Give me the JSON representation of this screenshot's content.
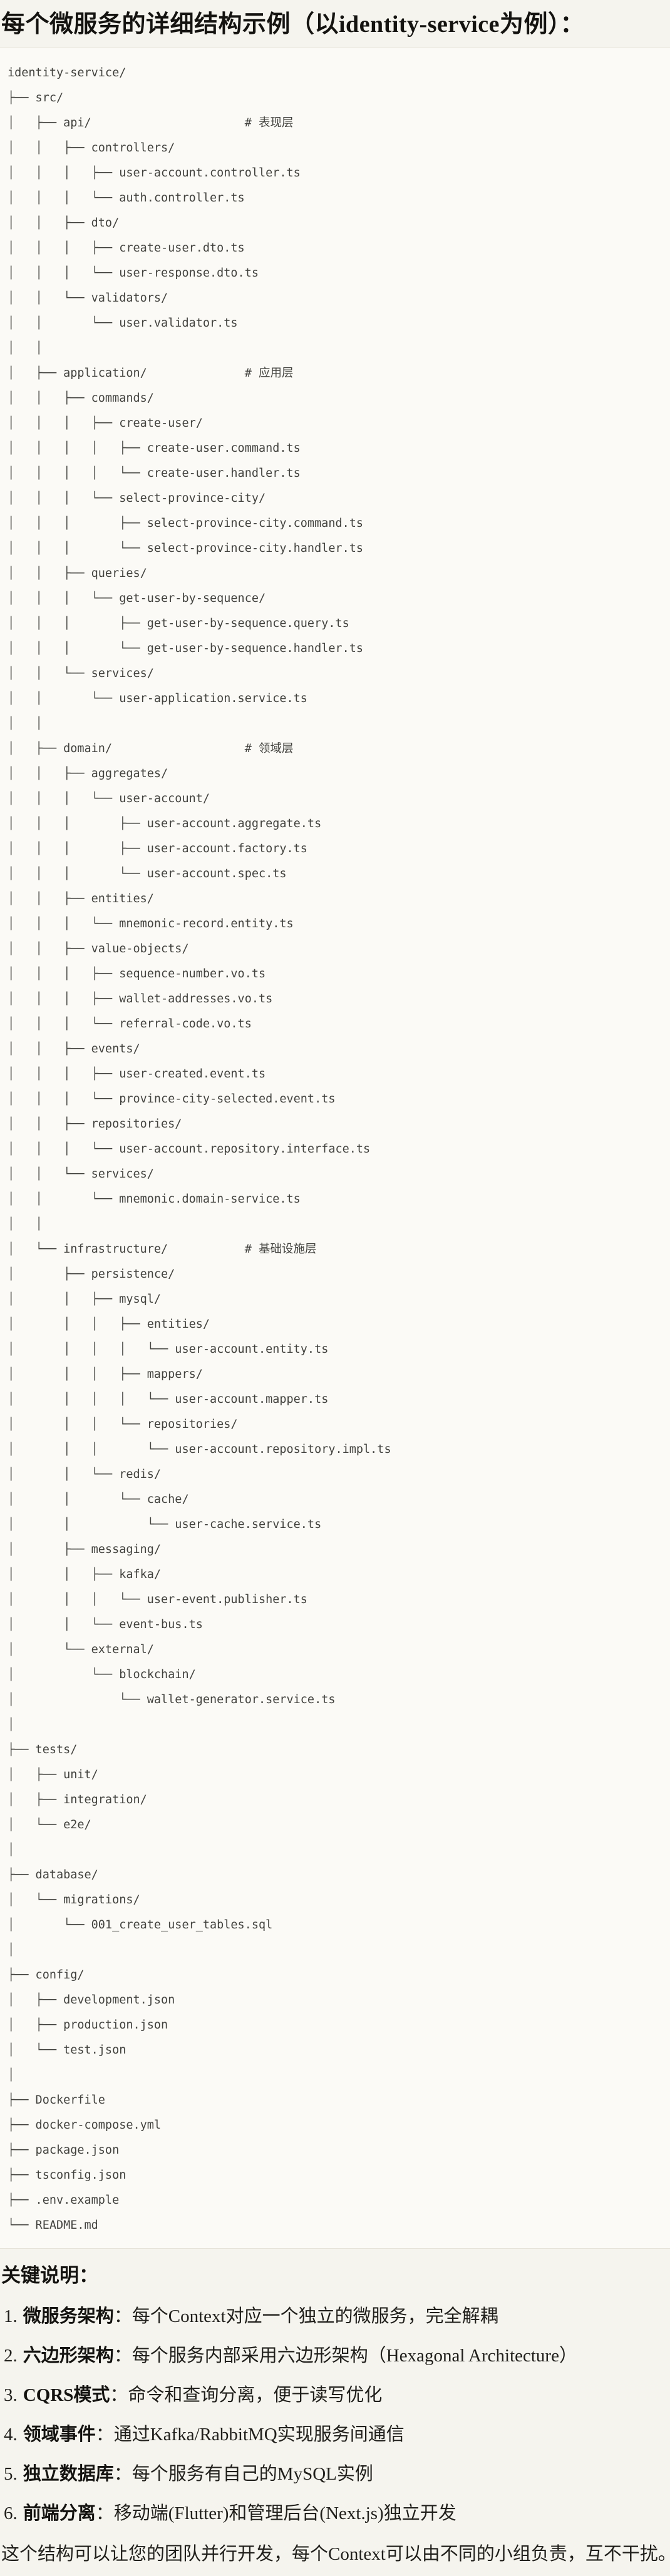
{
  "page": {
    "title": "每个微服务的详细结构示例（以identity-service为例）："
  },
  "tree": {
    "lines": [
      "identity-service/",
      "├── src/",
      "│   ├── api/                      # 表现层",
      "│   │   ├── controllers/",
      "│   │   │   ├── user-account.controller.ts",
      "│   │   │   └── auth.controller.ts",
      "│   │   ├── dto/",
      "│   │   │   ├── create-user.dto.ts",
      "│   │   │   └── user-response.dto.ts",
      "│   │   └── validators/",
      "│   │       └── user.validator.ts",
      "│   │",
      "│   ├── application/              # 应用层",
      "│   │   ├── commands/",
      "│   │   │   ├── create-user/",
      "│   │   │   │   ├── create-user.command.ts",
      "│   │   │   │   └── create-user.handler.ts",
      "│   │   │   └── select-province-city/",
      "│   │   │       ├── select-province-city.command.ts",
      "│   │   │       └── select-province-city.handler.ts",
      "│   │   ├── queries/",
      "│   │   │   └── get-user-by-sequence/",
      "│   │   │       ├── get-user-by-sequence.query.ts",
      "│   │   │       └── get-user-by-sequence.handler.ts",
      "│   │   └── services/",
      "│   │       └── user-application.service.ts",
      "│   │",
      "│   ├── domain/                   # 领域层",
      "│   │   ├── aggregates/",
      "│   │   │   └── user-account/",
      "│   │   │       ├── user-account.aggregate.ts",
      "│   │   │       ├── user-account.factory.ts",
      "│   │   │       └── user-account.spec.ts",
      "│   │   ├── entities/",
      "│   │   │   └── mnemonic-record.entity.ts",
      "│   │   ├── value-objects/",
      "│   │   │   ├── sequence-number.vo.ts",
      "│   │   │   ├── wallet-addresses.vo.ts",
      "│   │   │   └── referral-code.vo.ts",
      "│   │   ├── events/",
      "│   │   │   ├── user-created.event.ts",
      "│   │   │   └── province-city-selected.event.ts",
      "│   │   ├── repositories/",
      "│   │   │   └── user-account.repository.interface.ts",
      "│   │   └── services/",
      "│   │       └── mnemonic.domain-service.ts",
      "│   │",
      "│   └── infrastructure/           # 基础设施层",
      "│       ├── persistence/",
      "│       │   ├── mysql/",
      "│       │   │   ├── entities/",
      "│       │   │   │   └── user-account.entity.ts",
      "│       │   │   ├── mappers/",
      "│       │   │   │   └── user-account.mapper.ts",
      "│       │   │   └── repositories/",
      "│       │   │       └── user-account.repository.impl.ts",
      "│       │   └── redis/",
      "│       │       └── cache/",
      "│       │           └── user-cache.service.ts",
      "│       ├── messaging/",
      "│       │   ├── kafka/",
      "│       │   │   └── user-event.publisher.ts",
      "│       │   └── event-bus.ts",
      "│       └── external/",
      "│           └── blockchain/",
      "│               └── wallet-generator.service.ts",
      "│",
      "├── tests/",
      "│   ├── unit/",
      "│   ├── integration/",
      "│   └── e2e/",
      "│",
      "├── database/",
      "│   └── migrations/",
      "│       └── 001_create_user_tables.sql",
      "│",
      "├── config/",
      "│   ├── development.json",
      "│   ├── production.json",
      "│   └── test.json",
      "│",
      "├── Dockerfile",
      "├── docker-compose.yml",
      "├── package.json",
      "├── tsconfig.json",
      "├── .env.example",
      "└── README.md"
    ]
  },
  "notes": {
    "heading": "关键说明：",
    "colon": "：",
    "items": [
      {
        "num": "1.",
        "label": "微服务架构",
        "text": "每个Context对应一个独立的微服务，完全解耦"
      },
      {
        "num": "2.",
        "label": "六边形架构",
        "text": "每个服务内部采用六边形架构（Hexagonal Architecture）"
      },
      {
        "num": "3.",
        "label": "CQRS模式",
        "text": "命令和查询分离，便于读写优化"
      },
      {
        "num": "4.",
        "label": "领域事件",
        "text": "通过Kafka/RabbitMQ实现服务间通信"
      },
      {
        "num": "5.",
        "label": "独立数据库",
        "text": "每个服务有自己的MySQL实例"
      },
      {
        "num": "6.",
        "label": "前端分离",
        "text": "移动端(Flutter)和管理后台(Next.js)独立开发"
      }
    ],
    "footer": "这个结构可以让您的团队并行开发，每个Context可以由不同的小组负责，互不干扰。"
  }
}
